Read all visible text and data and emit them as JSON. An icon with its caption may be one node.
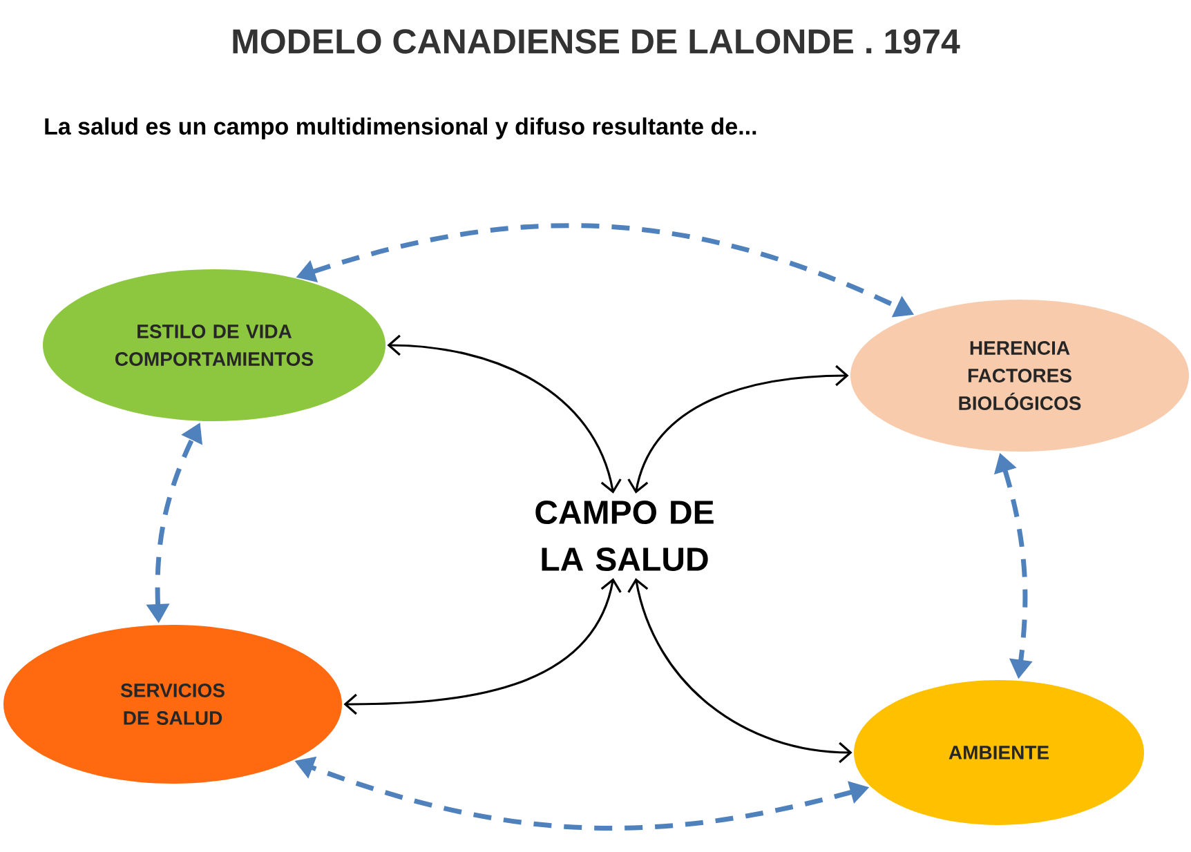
{
  "diagram": {
    "title": "MODELO CANADIENSE DE LALONDE . 1974",
    "nodes": [
      {
        "text": [
          "ESTILO DE VIDA COMPORTAMIENTOS"
        ]
      },
      {
        "text": [
          "HERENCIA FACTORES BIOLÓGICOS"
        ]
      },
      {
        "text": [
          "CAMPO DE LA SALUD"
        ]
      },
      {
        "text": [
          "SERVICIOS DE SALUD"
        ]
      },
      {
        "text": [
          "AMBIENTE"
        ]
      }
    ],
    "edges": [
      {
        "from": 2,
        "to": 0,
        "arrow": "both"
      },
      {
        "from": 2,
        "to": 1,
        "arrow": "both"
      },
      {
        "from": 2,
        "to": 3,
        "arrow": "both"
      },
      {
        "from": 2,
        "to": 4,
        "arrow": "both"
      },
      {
        "from": 0,
        "to": 1,
        "arrow": "both",
        "style": "dashed",
        "color": "#4f81bd"
      },
      {
        "from": 1,
        "to": 4,
        "arrow": "both",
        "style": "dashed",
        "color": "#4f81bd"
      },
      {
        "from": 4,
        "to": 3,
        "arrow": "both",
        "style": "dashed",
        "color": "#4f81bd"
      },
      {
        "from": 3,
        "to": 0,
        "arrow": "both",
        "style": "dashed",
        "color": "#4f81bd"
      }
    ],
    "labels": [
      "La salud es un campo multidimensional y difuso resultante de..."
    ]
  }
}
